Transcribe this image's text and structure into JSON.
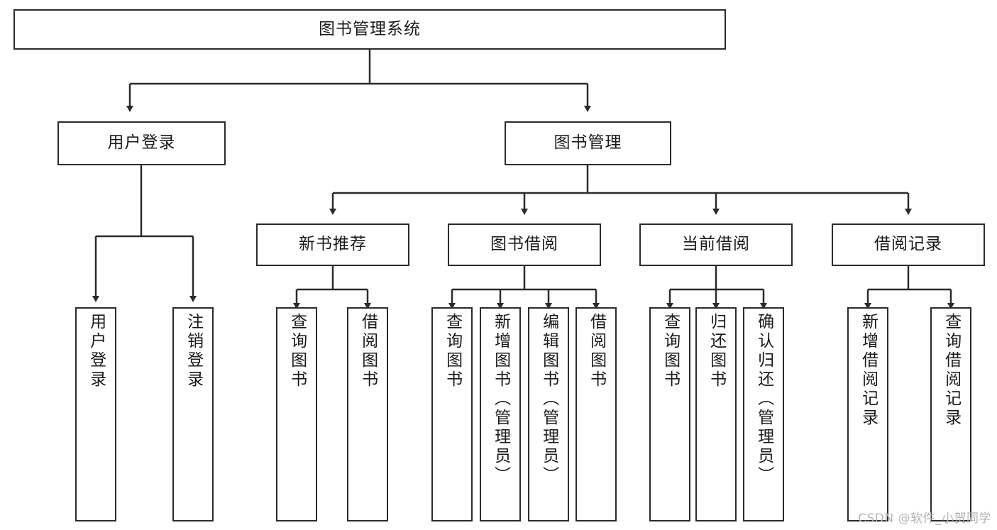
{
  "diagram": {
    "title": "图书管理系统",
    "watermark": "CSDN @软件_小贺同学",
    "line_color": "#2b2b2b",
    "box_fill": "#ffffff",
    "text_color": "#1a1a1a",
    "watermark_color": "#b4b4b4",
    "root": {
      "id": "root",
      "label": "图书管理系统",
      "orientation": "horizontal"
    },
    "level1": [
      {
        "id": "user-login",
        "label": "用户登录",
        "orientation": "horizontal"
      },
      {
        "id": "book-management",
        "label": "图书管理",
        "orientation": "horizontal"
      }
    ],
    "level2": [
      {
        "id": "new-book-recommend",
        "label": "新书推荐",
        "orientation": "horizontal",
        "parent": "book-management"
      },
      {
        "id": "book-borrow",
        "label": "图书借阅",
        "orientation": "horizontal",
        "parent": "book-management"
      },
      {
        "id": "current-borrow",
        "label": "当前借阅",
        "orientation": "horizontal",
        "parent": "book-management"
      },
      {
        "id": "borrow-record",
        "label": "借阅记录",
        "orientation": "horizontal",
        "parent": "book-management"
      }
    ],
    "leaves": [
      {
        "id": "leaf-user-login",
        "label": "用户登录",
        "orientation": "vertical",
        "parent": "user-login"
      },
      {
        "id": "leaf-user-logout",
        "label": "注销登录",
        "orientation": "vertical",
        "parent": "user-login"
      },
      {
        "id": "leaf-query-book-1",
        "label": "查询图书",
        "orientation": "vertical",
        "parent": "new-book-recommend"
      },
      {
        "id": "leaf-borrow-book-1",
        "label": "借阅图书",
        "orientation": "vertical",
        "parent": "new-book-recommend"
      },
      {
        "id": "leaf-query-book-2",
        "label": "查询图书",
        "orientation": "vertical",
        "parent": "book-borrow"
      },
      {
        "id": "leaf-add-book",
        "label": "新增图书（管理员）",
        "orientation": "vertical",
        "parent": "book-borrow"
      },
      {
        "id": "leaf-edit-book",
        "label": "编辑图书（管理员）",
        "orientation": "vertical",
        "parent": "book-borrow"
      },
      {
        "id": "leaf-borrow-book-2",
        "label": "借阅图书",
        "orientation": "vertical",
        "parent": "book-borrow"
      },
      {
        "id": "leaf-query-book-3",
        "label": "查询图书",
        "orientation": "vertical",
        "parent": "current-borrow"
      },
      {
        "id": "leaf-return-book",
        "label": "归还图书",
        "orientation": "vertical",
        "parent": "current-borrow"
      },
      {
        "id": "leaf-confirm-return",
        "label": "确认归还（管理员）",
        "orientation": "vertical",
        "parent": "current-borrow"
      },
      {
        "id": "leaf-add-record",
        "label": "新增借阅记录",
        "orientation": "vertical",
        "parent": "borrow-record"
      },
      {
        "id": "leaf-query-record",
        "label": "查询借阅记录",
        "orientation": "vertical",
        "parent": "borrow-record"
      }
    ]
  }
}
